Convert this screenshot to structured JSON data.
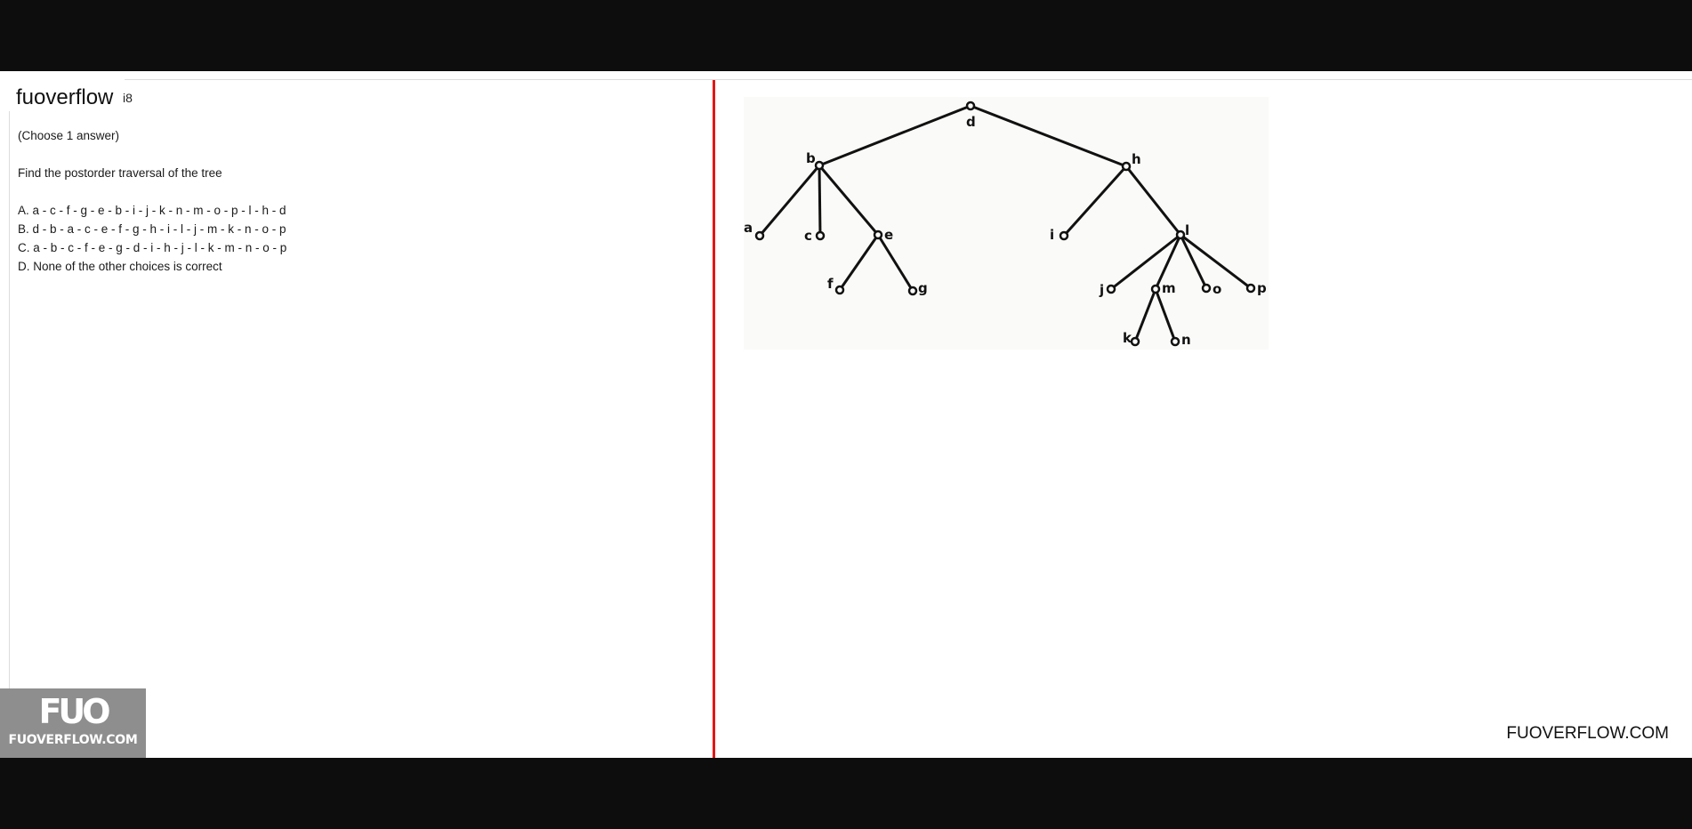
{
  "brand": {
    "title": "fuoverflow",
    "fragment": "i8"
  },
  "question": {
    "instruction": "(Choose 1 answer)",
    "prompt": "Find the postorder traversal of the tree",
    "options": [
      "A. a - c - f - g - e - b - i - j - k - n - m - o - p - l - h - d",
      "B. d - b - a - c - e - f - g - h - i - l - j - m - k - n - o - p",
      "C. a - b - c - f - e - g - d - i - h - j - l - k - m - n - o - p",
      "D. None of the other choices is correct"
    ]
  },
  "tree": {
    "labels": {
      "d": "d",
      "b": "b",
      "h": "h",
      "a": "a",
      "c": "c",
      "e": "e",
      "f": "f",
      "g": "g",
      "i": "i",
      "l": "l",
      "j": "j",
      "m": "m",
      "o": "o",
      "p": "p",
      "k": "k",
      "n": "n"
    }
  },
  "watermark": {
    "logo_mark": "FUO",
    "logo_text": "FUOVERFLOW.COM",
    "site_url": "FUOVERFLOW.COM"
  },
  "colors": {
    "divider": "#e01818",
    "logo_bg": "#8e8e8e",
    "frame": "#0d0d0d"
  }
}
